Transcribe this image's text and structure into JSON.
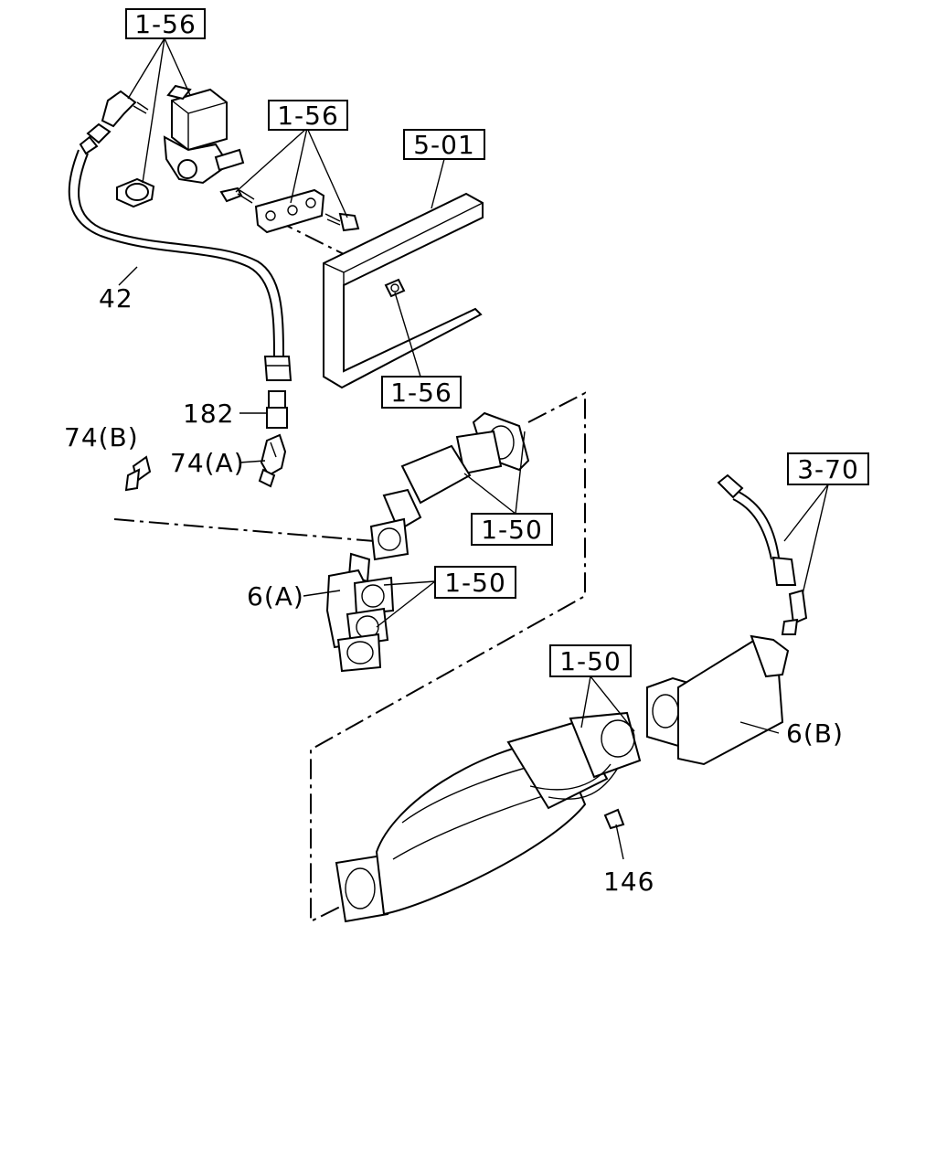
{
  "references": {
    "ref_1_56_top": "1-56",
    "ref_1_56_mid": "1-56",
    "ref_5_01": "5-01",
    "ref_1_56_bottom": "1-56",
    "ref_1_50_a": "1-50",
    "ref_1_50_b": "1-50",
    "ref_3_70": "3-70",
    "ref_1_50_c": "1-50"
  },
  "part_numbers": {
    "p42": "42",
    "p182": "182",
    "p74b": "74(B)",
    "p74a": "74(A)",
    "p6a": "6(A)",
    "p6b": "6(B)",
    "p146": "146"
  }
}
